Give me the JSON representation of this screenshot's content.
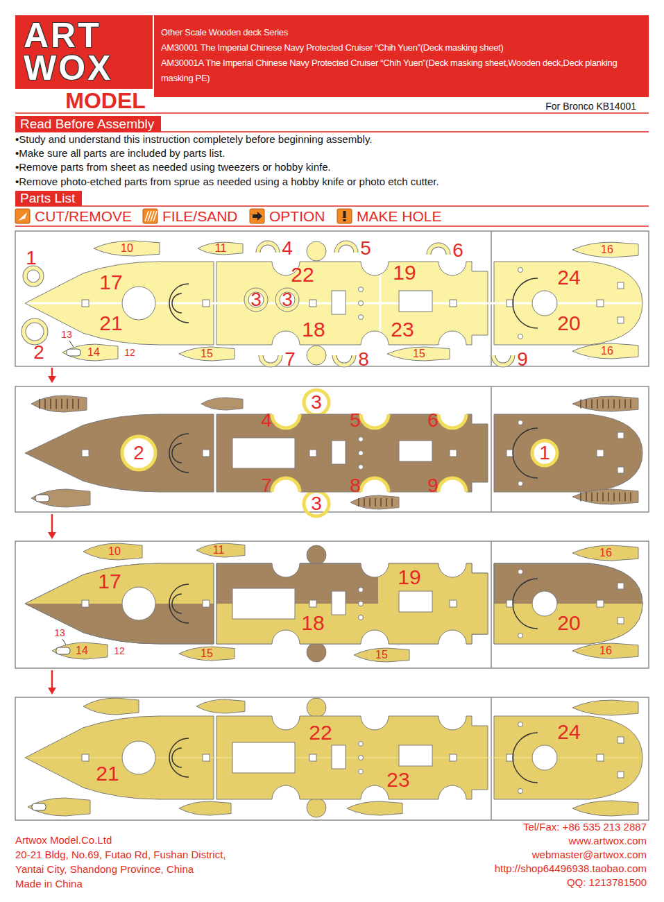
{
  "diagram": {
    "nodes": [
      {
        "text": [
          "ART WOX"
        ]
      },
      {
        "text": [
          "Other Scale Wooden deck Series",
          "AM30001 The Imperial Chinese Navy Protected Cruiser “Chih Yuen”(Deck masking sheet)",
          "AM30001A The Imperial Chinese Navy Protected Cruiser “Chih Yuen”(Deck masking sheet,Wooden deck,Deck planking masking PE)"
        ]
      },
      {
        "text": [
          "Read Before Assembly"
        ]
      },
      {
        "text": [
          "Parts List"
        ]
      }
    ],
    "labels": [
      "MODEL",
      "For Bronco KB14001",
      "•Study and understand this instruction completely before beginning assembly.",
      "•Make sure all parts are included by parts list.",
      "•Remove parts from sheet as needed using tweezers or hobby kinfe.",
      "•Remove photo-etched parts from sprue as needed using a hobby knife or photo etch cutter.",
      "1",
      "10",
      "11",
      "4",
      "22",
      "5",
      "6",
      "19",
      "16",
      "24",
      "17",
      "3",
      "3",
      "21",
      "18",
      "23",
      "20",
      "2",
      "13",
      "14",
      "12",
      "15",
      "7",
      "8",
      "15",
      "9",
      "16",
      "3",
      "4",
      "5",
      "6",
      "2",
      "1",
      "7",
      "8",
      "9",
      "3",
      "10",
      "11",
      "16",
      "19",
      "17",
      "18",
      "20",
      "13",
      "14",
      "12",
      "15",
      "15",
      "16",
      "22",
      "24",
      "21",
      "23",
      "Artwox Model.Co.Ltd",
      "20-21 Bldg, No.69, Futao Rd, Fushan District,",
      "Yantai City, Shandong Province, China",
      "Made in China",
      "Tel/Fax: +86 535 213 2887",
      "www.artwox.com",
      "webmaster@artwox.com",
      "http://shop64496938.taobao.com",
      "QQ: 1213781500"
    ],
    "legend": [
      {
        "text": "CUT/REMOVE"
      },
      {
        "text": "FILE/SAND"
      },
      {
        "text": "OPTION"
      },
      {
        "text": "MAKE HOLE"
      }
    ]
  }
}
